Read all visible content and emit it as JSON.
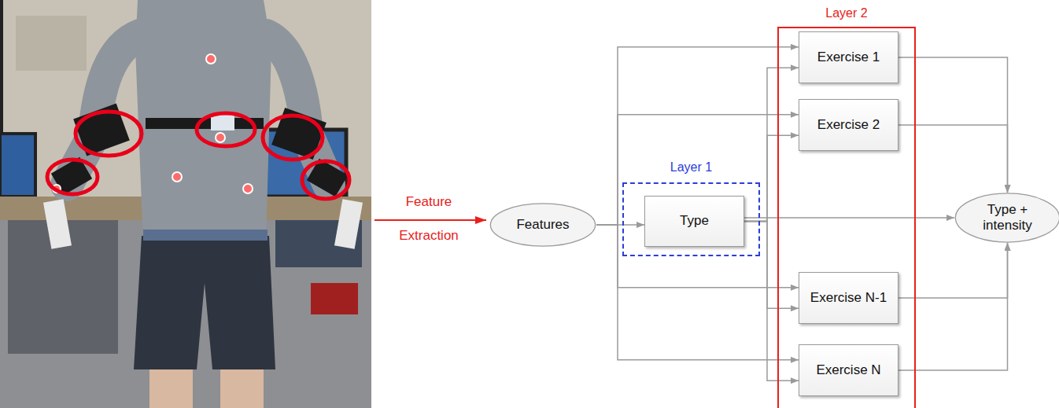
{
  "diagram": {
    "nodes": [
      {
        "text": [
          "Features"
        ]
      },
      {
        "text": [
          "Layer 1"
        ]
      },
      {
        "text": [
          "Type"
        ],
        "in": 1
      },
      {
        "text": [
          "Layer 2"
        ]
      },
      {
        "text": [
          "Exercise 1"
        ],
        "in": 3
      },
      {
        "text": [
          "Exercise 2"
        ],
        "in": 3
      },
      {
        "text": [
          "Exercise N-1"
        ],
        "in": 3
      },
      {
        "text": [
          "Exercise N"
        ],
        "in": 3
      },
      {
        "text": [
          "Type + intensity"
        ]
      }
    ],
    "edges": [
      {
        "from": 0,
        "to": 2,
        "arrow": "to"
      },
      {
        "from": 0,
        "to": 4,
        "arrow": "to"
      },
      {
        "from": 0,
        "to": 5,
        "arrow": "to"
      },
      {
        "from": 0,
        "to": 6,
        "arrow": "to"
      },
      {
        "from": 0,
        "to": 7,
        "arrow": "to"
      },
      {
        "from": 2,
        "to": 4,
        "arrow": "to"
      },
      {
        "from": 2,
        "to": 5,
        "arrow": "to"
      },
      {
        "from": 2,
        "to": 6,
        "arrow": "to"
      },
      {
        "from": 2,
        "to": 7,
        "arrow": "to"
      },
      {
        "from": 2,
        "to": 8,
        "arrow": "to"
      },
      {
        "from": 4,
        "to": 8,
        "arrow": "to"
      },
      {
        "from": 5,
        "to": 8,
        "arrow": "to"
      },
      {
        "from": 6,
        "to": 8,
        "arrow": "to"
      },
      {
        "from": 7,
        "to": 8,
        "arrow": "to"
      }
    ],
    "labels": [
      "Feature",
      "Extraction"
    ]
  }
}
